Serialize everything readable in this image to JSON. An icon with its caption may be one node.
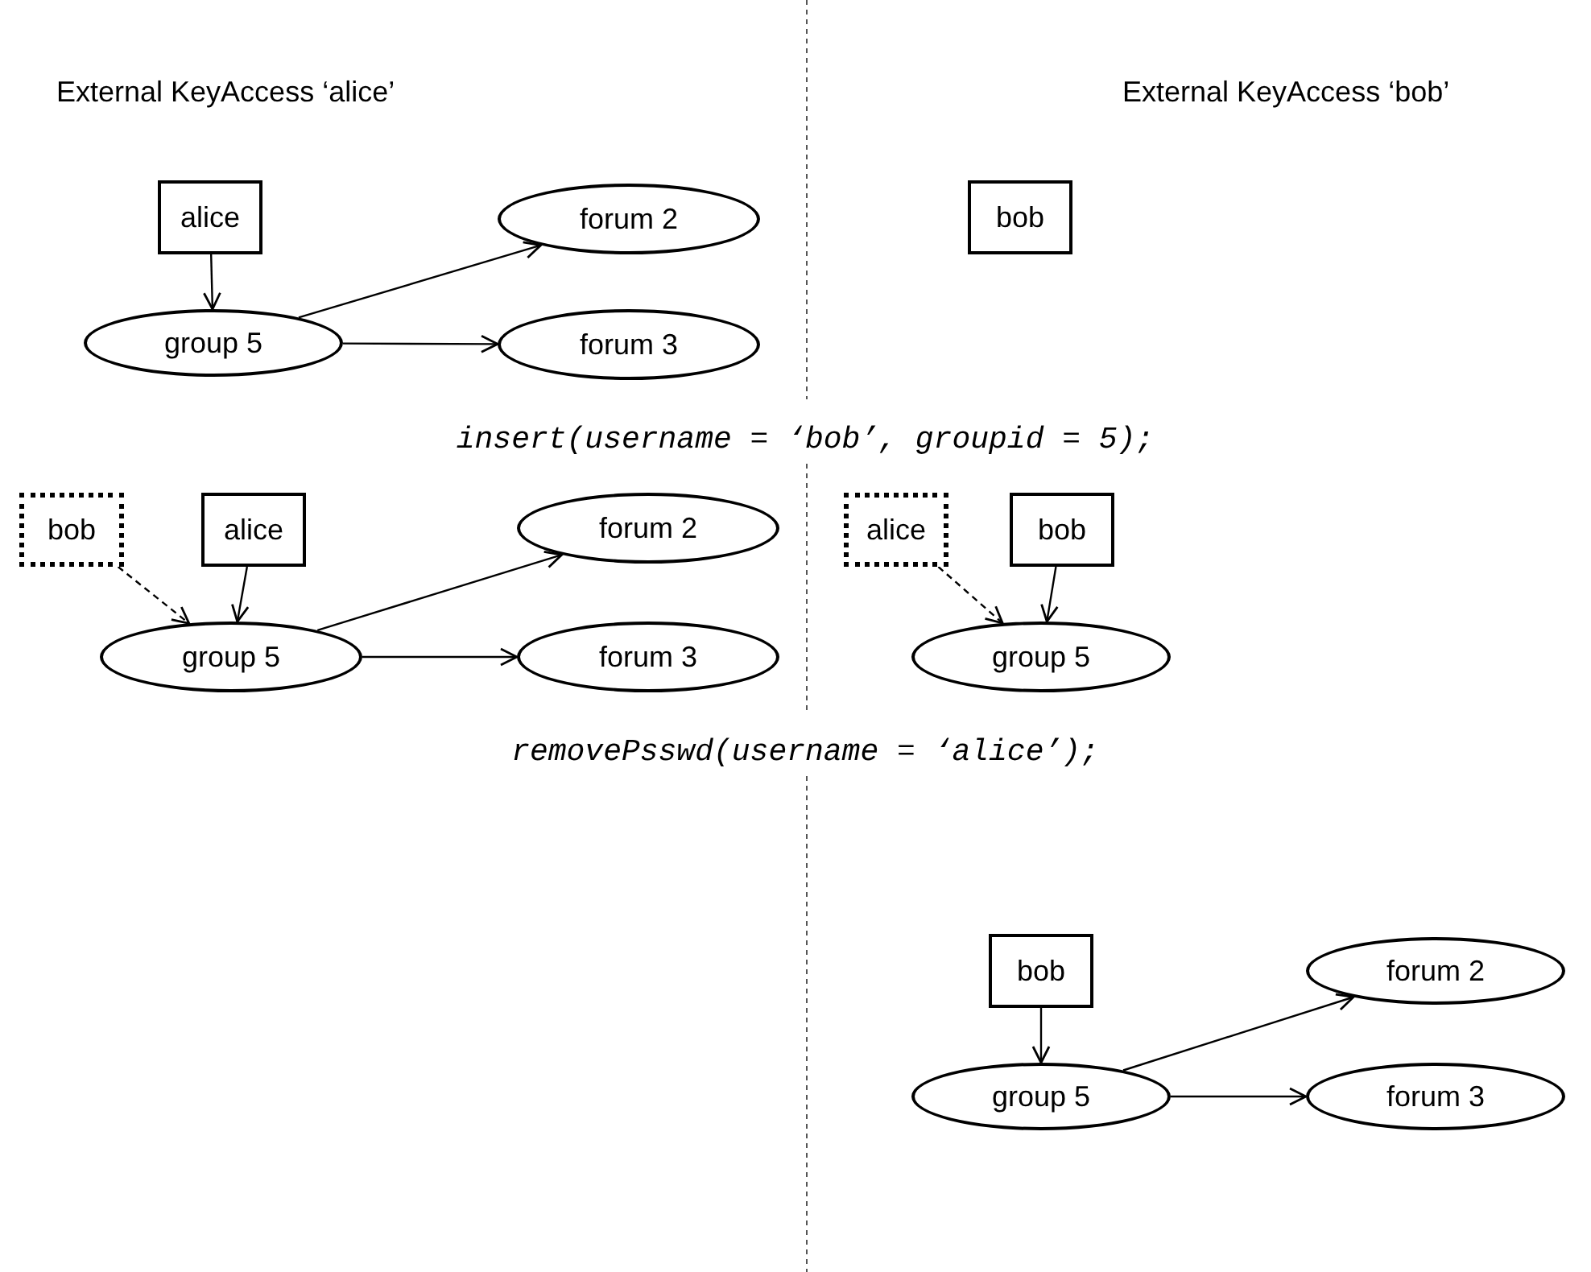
{
  "diagram": {
    "nodes": [
      {
        "text": [
          "alice"
        ]
      },
      {
        "text": [
          "forum 2"
        ]
      },
      {
        "text": [
          "group 5"
        ]
      },
      {
        "text": [
          "forum 3"
        ]
      },
      {
        "text": [
          "bob"
        ]
      },
      {
        "text": [
          "bob"
        ]
      },
      {
        "text": [
          "alice"
        ]
      },
      {
        "text": [
          "forum 2"
        ]
      },
      {
        "text": [
          "alice"
        ]
      },
      {
        "text": [
          "bob"
        ]
      },
      {
        "text": [
          "group 5"
        ]
      },
      {
        "text": [
          "forum 3"
        ]
      },
      {
        "text": [
          "group 5"
        ]
      },
      {
        "text": [
          "bob"
        ]
      },
      {
        "text": [
          "forum 2"
        ]
      },
      {
        "text": [
          "group 5"
        ]
      },
      {
        "text": [
          "forum 3"
        ]
      }
    ],
    "edges": [
      {
        "from": 0,
        "to": 2,
        "arrow": "to"
      },
      {
        "from": 2,
        "to": 1,
        "arrow": "to"
      },
      {
        "from": 2,
        "to": 3,
        "arrow": "to"
      },
      {
        "from": 5,
        "to": 10,
        "arrow": "to",
        "style": "dashed"
      },
      {
        "from": 6,
        "to": 10,
        "arrow": "to"
      },
      {
        "from": 10,
        "to": 7,
        "arrow": "to"
      },
      {
        "from": 10,
        "to": 11,
        "arrow": "to"
      },
      {
        "from": 8,
        "to": 12,
        "arrow": "to",
        "style": "dashed"
      },
      {
        "from": 9,
        "to": 12,
        "arrow": "to"
      },
      {
        "from": 13,
        "to": 15,
        "arrow": "to"
      },
      {
        "from": 15,
        "to": 14,
        "arrow": "to"
      },
      {
        "from": 15,
        "to": 16,
        "arrow": "to"
      }
    ],
    "labels": [
      "External KeyAccess ‘alice’",
      "External KeyAccess ‘bob’",
      "insert(username = ‘bob’, groupid = 5);",
      "removePsswd(username = ‘alice’);"
    ]
  }
}
